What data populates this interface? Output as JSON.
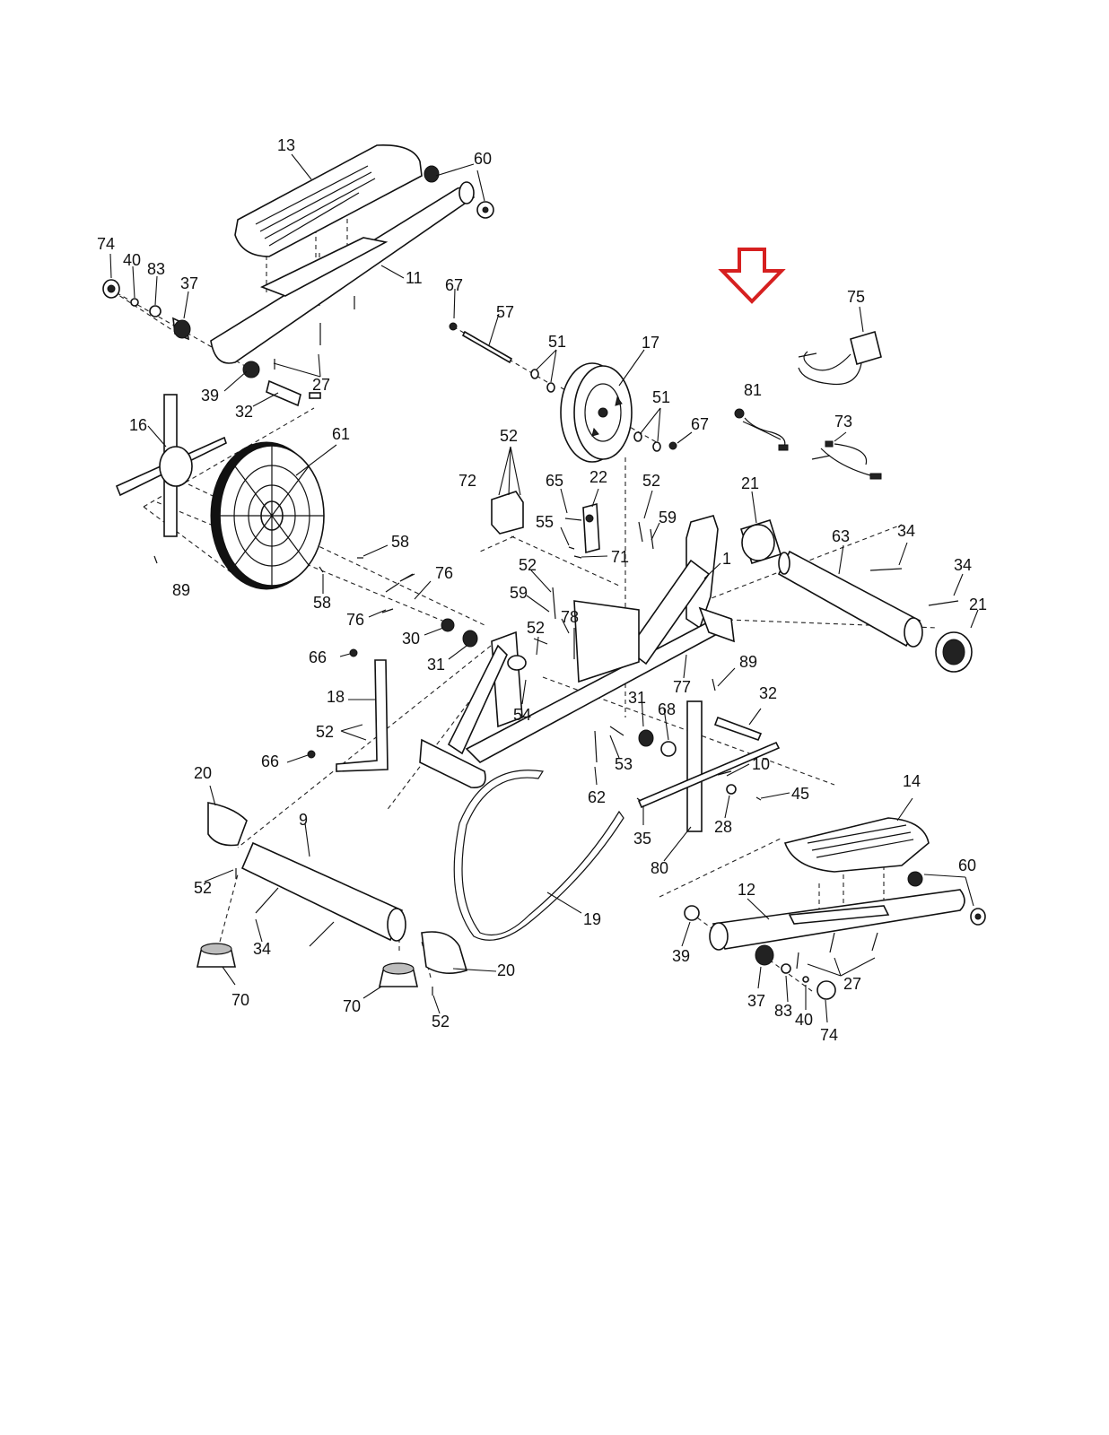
{
  "highlight": {
    "color": "#d62020",
    "target_part": "81"
  },
  "labels": [
    {
      "id": "13",
      "text": "13"
    },
    {
      "id": "60a",
      "text": "60"
    },
    {
      "id": "74a",
      "text": "74"
    },
    {
      "id": "40a",
      "text": "40"
    },
    {
      "id": "83a",
      "text": "83"
    },
    {
      "id": "37a",
      "text": "37"
    },
    {
      "id": "11",
      "text": "11"
    },
    {
      "id": "67a",
      "text": "67"
    },
    {
      "id": "57",
      "text": "57"
    },
    {
      "id": "51a",
      "text": "51"
    },
    {
      "id": "17",
      "text": "17"
    },
    {
      "id": "75",
      "text": "75"
    },
    {
      "id": "81",
      "text": "81"
    },
    {
      "id": "39a",
      "text": "39"
    },
    {
      "id": "27a",
      "text": "27"
    },
    {
      "id": "32a",
      "text": "32"
    },
    {
      "id": "51b",
      "text": "51"
    },
    {
      "id": "67b",
      "text": "67"
    },
    {
      "id": "73",
      "text": "73"
    },
    {
      "id": "16",
      "text": "16"
    },
    {
      "id": "61",
      "text": "61"
    },
    {
      "id": "52a",
      "text": "52"
    },
    {
      "id": "72",
      "text": "72"
    },
    {
      "id": "65",
      "text": "65"
    },
    {
      "id": "22",
      "text": "22"
    },
    {
      "id": "52b",
      "text": "52"
    },
    {
      "id": "21a",
      "text": "21"
    },
    {
      "id": "55",
      "text": "55"
    },
    {
      "id": "59a",
      "text": "59"
    },
    {
      "id": "63",
      "text": "63"
    },
    {
      "id": "34a",
      "text": "34"
    },
    {
      "id": "58a",
      "text": "58"
    },
    {
      "id": "71",
      "text": "71"
    },
    {
      "id": "1",
      "text": "1"
    },
    {
      "id": "34b",
      "text": "34"
    },
    {
      "id": "76a",
      "text": "76"
    },
    {
      "id": "52c",
      "text": "52"
    },
    {
      "id": "89a",
      "text": "89"
    },
    {
      "id": "58b",
      "text": "58"
    },
    {
      "id": "59b",
      "text": "59"
    },
    {
      "id": "21b",
      "text": "21"
    },
    {
      "id": "76b",
      "text": "76"
    },
    {
      "id": "78",
      "text": "78"
    },
    {
      "id": "52d",
      "text": "52"
    },
    {
      "id": "30",
      "text": "30"
    },
    {
      "id": "66a",
      "text": "66"
    },
    {
      "id": "31a",
      "text": "31"
    },
    {
      "id": "89b",
      "text": "89"
    },
    {
      "id": "77",
      "text": "77"
    },
    {
      "id": "18",
      "text": "18"
    },
    {
      "id": "32b",
      "text": "32"
    },
    {
      "id": "31b",
      "text": "31"
    },
    {
      "id": "54",
      "text": "54"
    },
    {
      "id": "68",
      "text": "68"
    },
    {
      "id": "52e",
      "text": "52"
    },
    {
      "id": "66b",
      "text": "66"
    },
    {
      "id": "53",
      "text": "53"
    },
    {
      "id": "10",
      "text": "10"
    },
    {
      "id": "20a",
      "text": "20"
    },
    {
      "id": "62",
      "text": "62"
    },
    {
      "id": "45",
      "text": "45"
    },
    {
      "id": "14",
      "text": "14"
    },
    {
      "id": "9",
      "text": "9"
    },
    {
      "id": "28",
      "text": "28"
    },
    {
      "id": "35",
      "text": "35"
    },
    {
      "id": "80",
      "text": "80"
    },
    {
      "id": "60b",
      "text": "60"
    },
    {
      "id": "12",
      "text": "12"
    },
    {
      "id": "52f",
      "text": "52"
    },
    {
      "id": "19",
      "text": "19"
    },
    {
      "id": "34c",
      "text": "34"
    },
    {
      "id": "39b",
      "text": "39"
    },
    {
      "id": "20b",
      "text": "20"
    },
    {
      "id": "27b",
      "text": "27"
    },
    {
      "id": "70a",
      "text": "70"
    },
    {
      "id": "70b",
      "text": "70"
    },
    {
      "id": "37b",
      "text": "37"
    },
    {
      "id": "83b",
      "text": "83"
    },
    {
      "id": "40b",
      "text": "40"
    },
    {
      "id": "52g",
      "text": "52"
    },
    {
      "id": "74b",
      "text": "74"
    }
  ]
}
